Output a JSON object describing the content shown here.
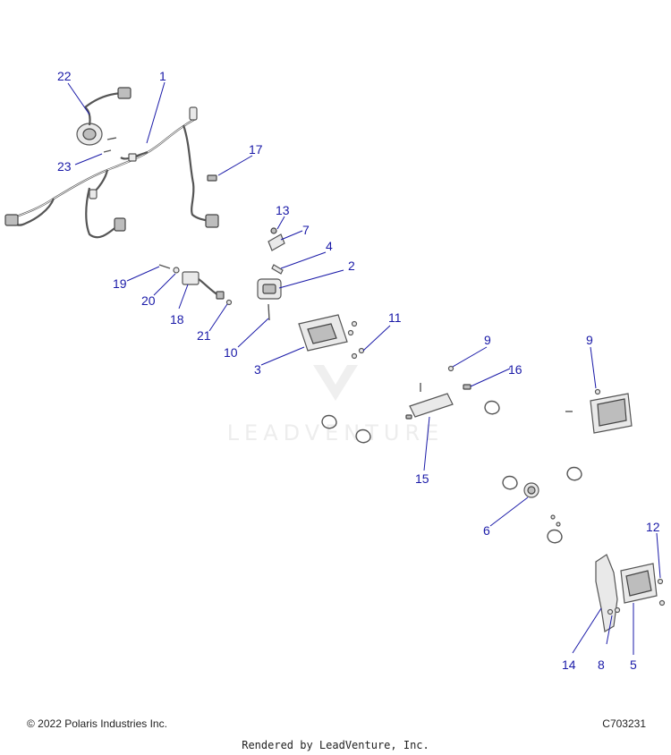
{
  "watermark": {
    "text": "LEADVENTURE"
  },
  "callouts": [
    "1",
    "2",
    "3",
    "4",
    "5",
    "6",
    "7",
    "8",
    "9",
    "9",
    "10",
    "11",
    "12",
    "13",
    "14",
    "15",
    "16",
    "17",
    "18",
    "19",
    "20",
    "21",
    "22",
    "23"
  ],
  "footer": {
    "copyright": "© 2022 Polaris Industries Inc.",
    "drawing_id": "C703231",
    "rendered_by": "Rendered by LeadVenture, Inc."
  }
}
